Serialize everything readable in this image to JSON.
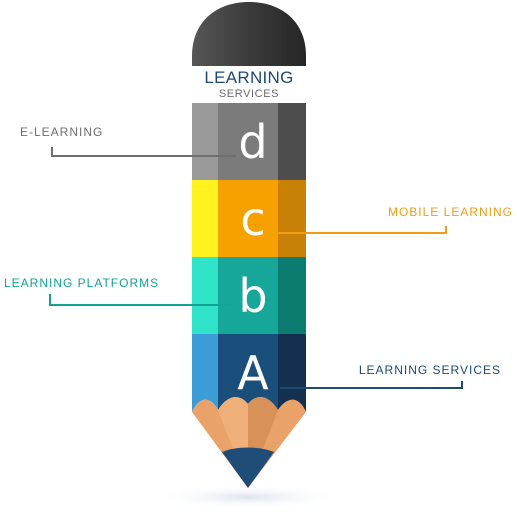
{
  "pencil": {
    "band_title": "LEARNING",
    "band_subtitle": "SERVICES",
    "segments": [
      {
        "letter": "d",
        "color_main": "#7b7b7b",
        "color_light": "#9a9a9a",
        "color_dark": "#4d4d4d"
      },
      {
        "letter": "c",
        "color_main": "#f7a100",
        "color_light": "#fff21f",
        "color_dark": "#c88007"
      },
      {
        "letter": "b",
        "color_main": "#17a79a",
        "color_light": "#2ee3c8",
        "color_dark": "#0c7c70"
      },
      {
        "letter": "A",
        "color_main": "#1a4f7c",
        "color_light": "#3c9cd8",
        "color_dark": "#13314f"
      }
    ],
    "cap_color": "#3a3a3a",
    "wood_color": "#e9a26a",
    "tip_color": "#1f4d78"
  },
  "callouts": [
    {
      "text": "E-LEARNING",
      "color": "#6f6f6f"
    },
    {
      "text": "MOBILE LEARNING",
      "color": "#f39c12"
    },
    {
      "text": "LEARNING PLATFORMS",
      "color": "#12a394"
    },
    {
      "text": "LEARNING SERVICES",
      "color": "#1b4a74"
    }
  ]
}
